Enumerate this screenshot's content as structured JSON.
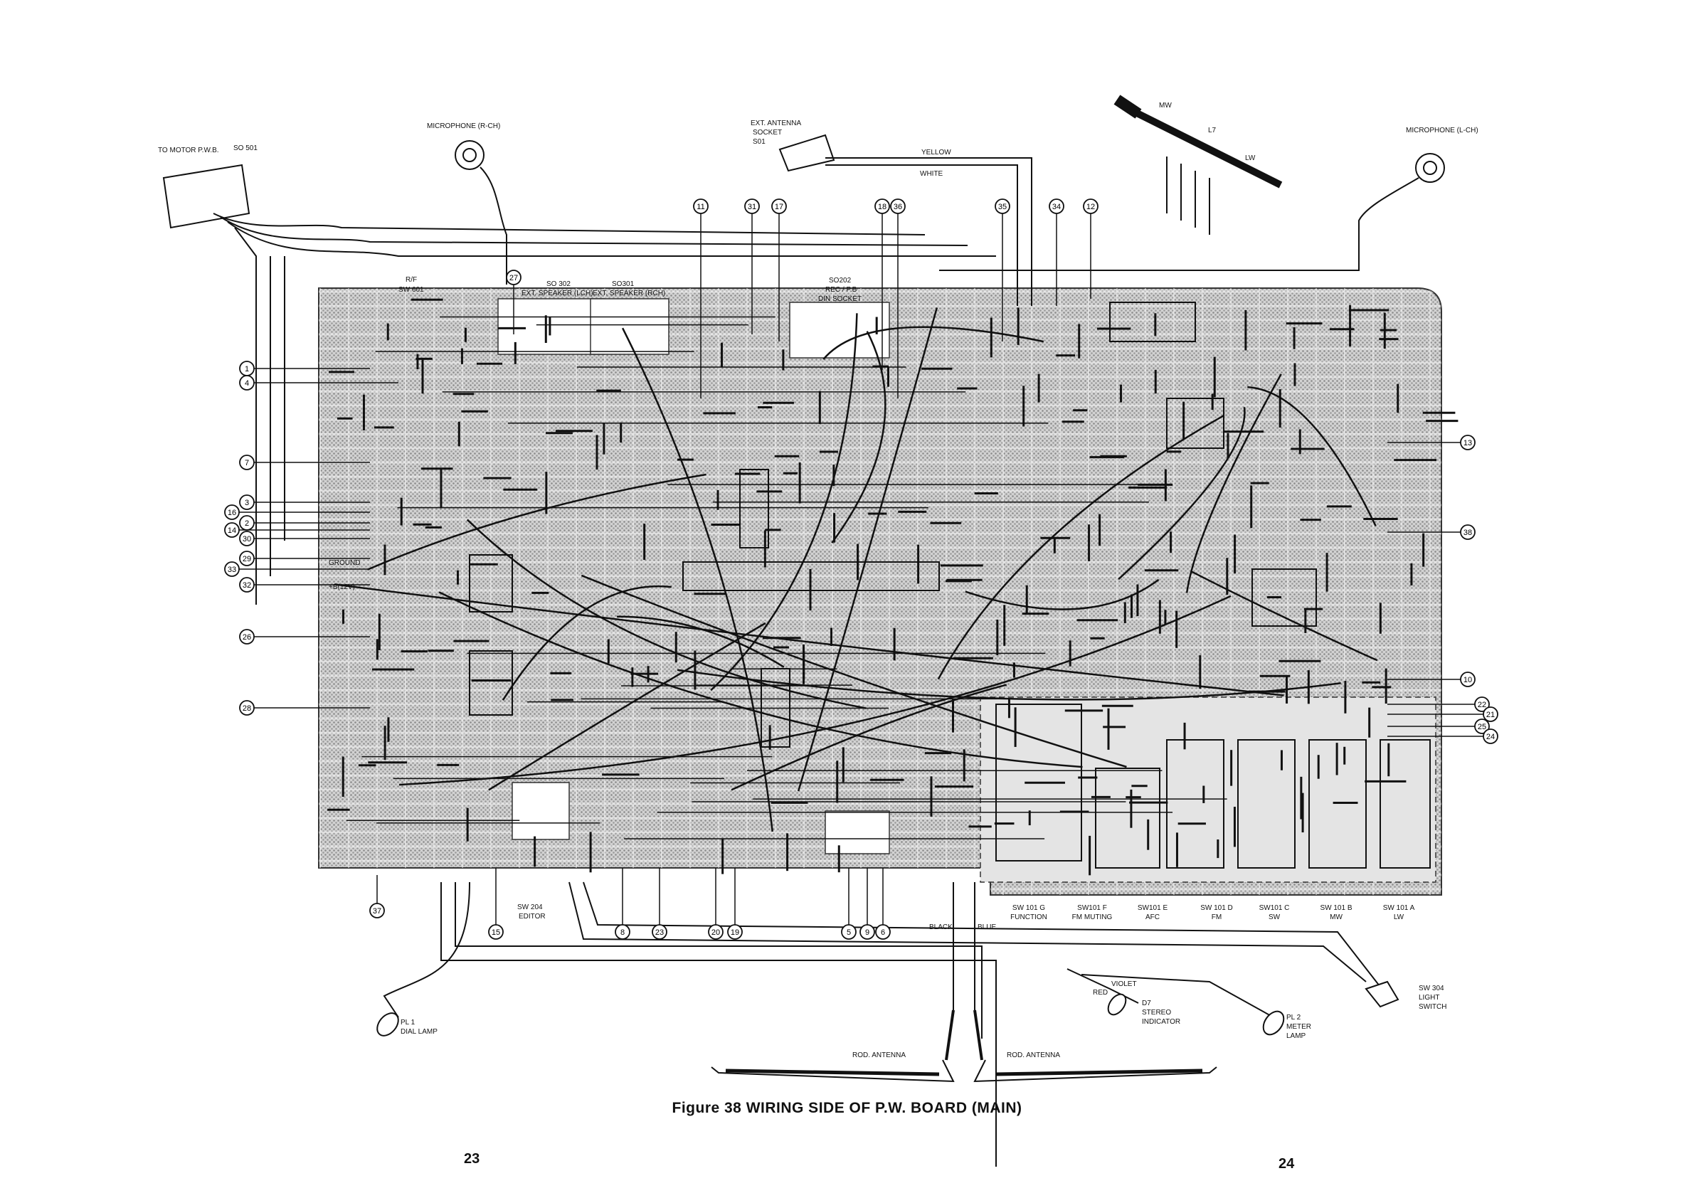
{
  "figure": {
    "caption": "Figure 38  WIRING SIDE OF P.W. BOARD (MAIN)",
    "page_left": "23",
    "page_right": "24"
  },
  "labels": {
    "to_motor": "To MOTOR P.W.B.",
    "so501": "SO 501",
    "mic_r": "MICROPHONE (R-ch)",
    "ext_ant_1": "EXT. ANTENNA",
    "ext_ant_2": "SOCKET",
    "ext_ant_3": "S01",
    "yellow": "YELLOW",
    "white": "WHITE",
    "mw": "MW",
    "l7": "L7",
    "lw": "LW",
    "mic_l": "MICROPHONE (L-ch)",
    "rf": "R/F",
    "sw601": "SW 601",
    "so302_1": "SO 302",
    "so302_2": "EXT. SPEAKER (Lch)",
    "so301_1": "SO301",
    "so301_2": "EXT. SPEAKER (Rch)",
    "so202_1": "SO202",
    "so202_2": "REC / P.B",
    "so202_3": "DIN SOCKET",
    "ground": "GROUND",
    "plus12v": "+B(12V)",
    "sw204_1": "SW 204",
    "sw204_2": "EDITOR",
    "black": "BLACK",
    "blue": "BLUE",
    "sw101g_1": "SW 101 G",
    "sw101g_2": "FUNCTION",
    "sw101f_1": "SW101 F",
    "sw101f_2": "FM MUTING",
    "sw101e_1": "SW101 E",
    "sw101e_2": "AFC",
    "sw101d_1": "SW 101 D",
    "sw101d_2": "FM",
    "sw101c_1": "SW101 C",
    "sw101c_2": "SW",
    "sw101b_1": "SW 101 B",
    "sw101b_2": "MW",
    "sw101a_1": "SW 101 A",
    "sw101a_2": "LW",
    "sw304_1": "SW 304",
    "sw304_2": "LIGHT",
    "sw304_3": "SWITCH",
    "pl1_1": "PL 1",
    "pl1_2": "DIAL LAMP",
    "d7_1": "D7",
    "d7_2": "STEREO",
    "d7_3": "INDICATOR",
    "red": "RED",
    "violet": "VIOLET",
    "pl2_1": "PL 2",
    "pl2_2": "METER",
    "pl2_3": "LAMP",
    "rod_left": "ROD. ANTENNA",
    "rod_right": "ROD. ANTENNA"
  },
  "terminals": {
    "t11": "11",
    "t31": "31",
    "t17": "17",
    "t18": "18",
    "t36": "36",
    "t35": "35",
    "t34": "34",
    "t12": "12",
    "t27": "27",
    "t1": "1",
    "t4": "4",
    "t7": "7",
    "t3": "3",
    "t16": "16",
    "t2": "2",
    "t14": "14",
    "t30": "30",
    "t29": "29",
    "t33": "33",
    "t32": "32",
    "t26": "26",
    "t28": "28",
    "t37": "37",
    "t13": "13",
    "t38": "38",
    "t10": "10",
    "t22": "22",
    "t21": "21",
    "t25": "25",
    "t24": "24",
    "t15": "15",
    "t8": "8",
    "t23": "23",
    "t20": "20",
    "t19": "19",
    "t5": "5",
    "t9": "9",
    "t6": "6"
  },
  "colors": {
    "ink": "#111111",
    "board_screen": "#b8b8b8",
    "paper": "#ffffff"
  }
}
